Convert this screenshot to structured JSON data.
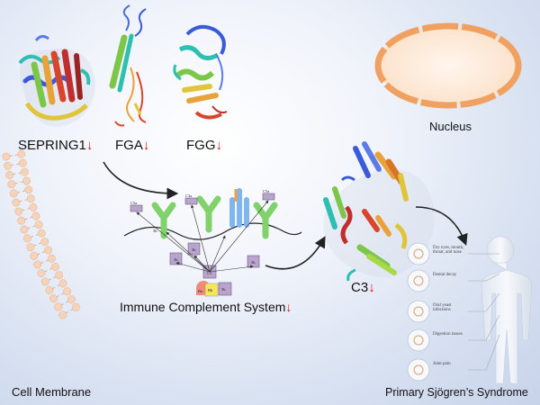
{
  "proteins": [
    {
      "label": "SEPRING1"
    },
    {
      "label": "FGA"
    },
    {
      "label": "FGG"
    }
  ],
  "down_arrow": "↓",
  "nucleus_label": "Nucleus",
  "c3_label": "C3",
  "complement_label": "Immune Complement System",
  "membrane_label": "Cell Membrane",
  "syndrome_label": "Primary Sjögren’s Syndrome",
  "complement_components": {
    "c5a_left": "C5a",
    "c3a": "C3a",
    "c5a_right": "C5a",
    "c3b_a": "3b",
    "c3b_b": "3b",
    "c3b_c": "3b",
    "c3b_d": "3b",
    "c3_center": "C3",
    "ba": "Ba",
    "bb": "Bb",
    "c4": "3b"
  },
  "symptoms": [
    {
      "label": "Dry eyes, mouth, throat, and nose",
      "icon": "eye-icon"
    },
    {
      "label": "Dental decay",
      "icon": "tooth-icon"
    },
    {
      "label": "Oral yeast infections",
      "icon": "mouth-icon"
    },
    {
      "label": "Digestion issues",
      "icon": "stomach-icon"
    },
    {
      "label": "Joint pain",
      "icon": "joint-icon"
    }
  ],
  "colors": {
    "down_arrow": "#e01010",
    "membrane_head": "#f6d3b8",
    "nucleus_fill": "#fbe8d6",
    "nucleus_border": "#f0a060",
    "antibody": "#7fd36a",
    "receptor": "#7fb6f0"
  }
}
